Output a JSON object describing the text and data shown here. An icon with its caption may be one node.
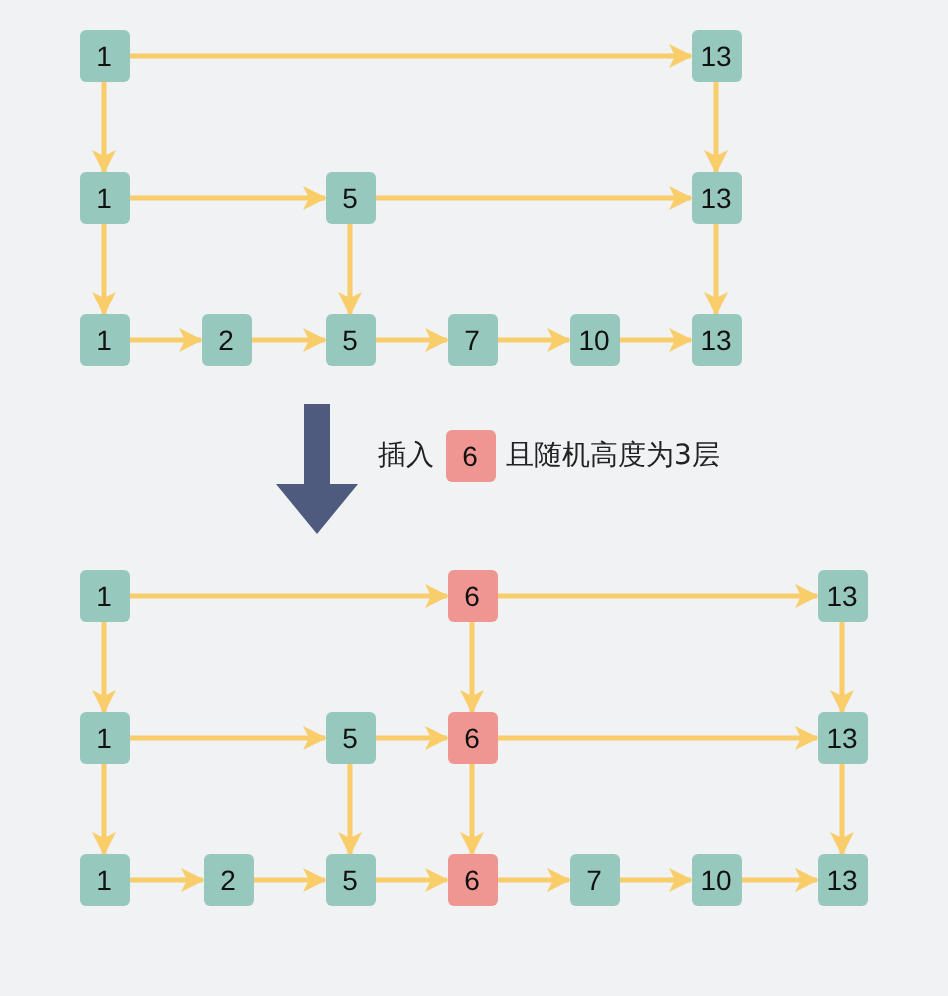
{
  "diagram": {
    "nodes": [
      {
        "text": [
          "1"
        ]
      },
      {
        "text": [
          "13"
        ]
      },
      {
        "text": [
          "1"
        ]
      },
      {
        "text": [
          "5"
        ]
      },
      {
        "text": [
          "13"
        ]
      },
      {
        "text": [
          "1"
        ]
      },
      {
        "text": [
          "2"
        ]
      },
      {
        "text": [
          "5"
        ]
      },
      {
        "text": [
          "7"
        ]
      },
      {
        "text": [
          "10"
        ]
      },
      {
        "text": [
          "13"
        ]
      },
      {
        "text": [
          "6"
        ]
      },
      {
        "text": [
          "1"
        ]
      },
      {
        "text": [
          "6"
        ]
      },
      {
        "text": [
          "13"
        ]
      },
      {
        "text": [
          "1"
        ]
      },
      {
        "text": [
          "5"
        ]
      },
      {
        "text": [
          "6"
        ]
      },
      {
        "text": [
          "13"
        ]
      },
      {
        "text": [
          "1"
        ]
      },
      {
        "text": [
          "2"
        ]
      },
      {
        "text": [
          "5"
        ]
      },
      {
        "text": [
          "6"
        ]
      },
      {
        "text": [
          "7"
        ]
      },
      {
        "text": [
          "10"
        ]
      },
      {
        "text": [
          "13"
        ]
      }
    ],
    "edges": [
      {
        "from": 0,
        "to": 1,
        "arrow": "to"
      },
      {
        "from": 0,
        "to": 2,
        "arrow": "to"
      },
      {
        "from": 1,
        "to": 4,
        "arrow": "to"
      },
      {
        "from": 2,
        "to": 3,
        "arrow": "to"
      },
      {
        "from": 3,
        "to": 4,
        "arrow": "to"
      },
      {
        "from": 2,
        "to": 5,
        "arrow": "to"
      },
      {
        "from": 3,
        "to": 7,
        "arrow": "to"
      },
      {
        "from": 4,
        "to": 10,
        "arrow": "to"
      },
      {
        "from": 5,
        "to": 6,
        "arrow": "to"
      },
      {
        "from": 6,
        "to": 7,
        "arrow": "to"
      },
      {
        "from": 7,
        "to": 8,
        "arrow": "to"
      },
      {
        "from": 8,
        "to": 9,
        "arrow": "to"
      },
      {
        "from": 9,
        "to": 10,
        "arrow": "to"
      },
      {
        "from": 12,
        "to": 13,
        "arrow": "to"
      },
      {
        "from": 13,
        "to": 14,
        "arrow": "to"
      },
      {
        "from": 12,
        "to": 15,
        "arrow": "to"
      },
      {
        "from": 13,
        "to": 17,
        "arrow": "to"
      },
      {
        "from": 14,
        "to": 18,
        "arrow": "to"
      },
      {
        "from": 15,
        "to": 16,
        "arrow": "to"
      },
      {
        "from": 16,
        "to": 17,
        "arrow": "to"
      },
      {
        "from": 17,
        "to": 18,
        "arrow": "to"
      },
      {
        "from": 15,
        "to": 19,
        "arrow": "to"
      },
      {
        "from": 16,
        "to": 21,
        "arrow": "to"
      },
      {
        "from": 17,
        "to": 22,
        "arrow": "to"
      },
      {
        "from": 18,
        "to": 25,
        "arrow": "to"
      },
      {
        "from": 19,
        "to": 20,
        "arrow": "to"
      },
      {
        "from": 20,
        "to": 21,
        "arrow": "to"
      },
      {
        "from": 21,
        "to": 22,
        "arrow": "to"
      },
      {
        "from": 22,
        "to": 23,
        "arrow": "to"
      },
      {
        "from": 23,
        "to": 24,
        "arrow": "to"
      },
      {
        "from": 24,
        "to": 25,
        "arrow": "to"
      }
    ],
    "labels": [
      "插入",
      "且随机高度为3层"
    ]
  }
}
